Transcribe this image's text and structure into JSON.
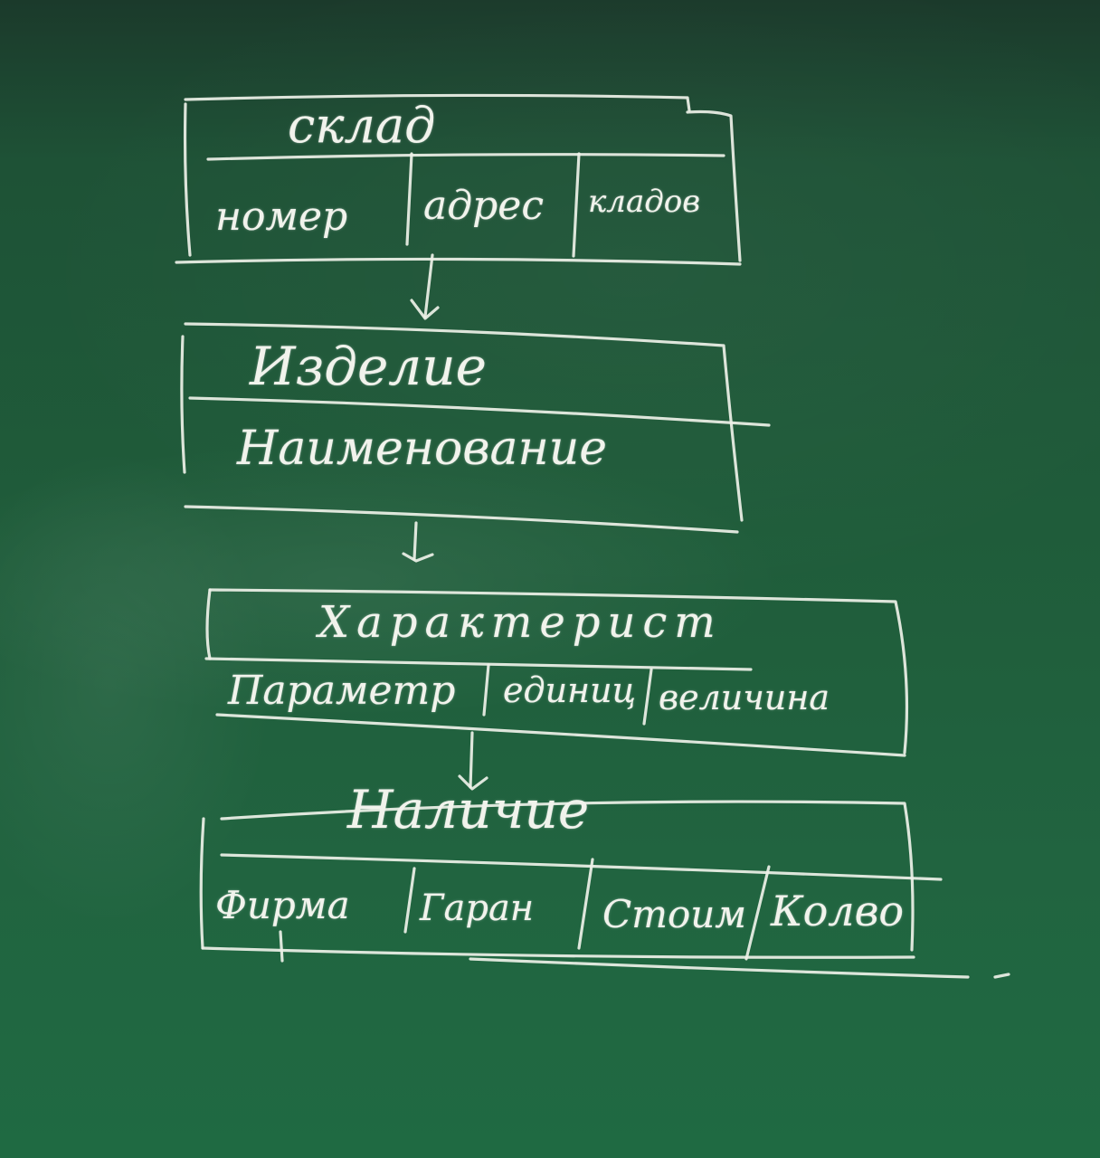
{
  "diagram": {
    "entities": [
      {
        "title": "склад",
        "attributes": [
          "номер",
          "адрес",
          "кладов"
        ]
      },
      {
        "title": "Изделие",
        "attributes": [
          "Наименование"
        ]
      },
      {
        "title": "Характерист",
        "attributes": [
          "Параметр",
          "единиц",
          "величина"
        ]
      },
      {
        "title": "Наличие",
        "attributes": [
          "Фирма",
          "Гаран",
          "Стоим",
          "Колво"
        ]
      }
    ]
  },
  "colors": {
    "board": "#1f5c3a",
    "chalk": "#f1f3ec"
  }
}
